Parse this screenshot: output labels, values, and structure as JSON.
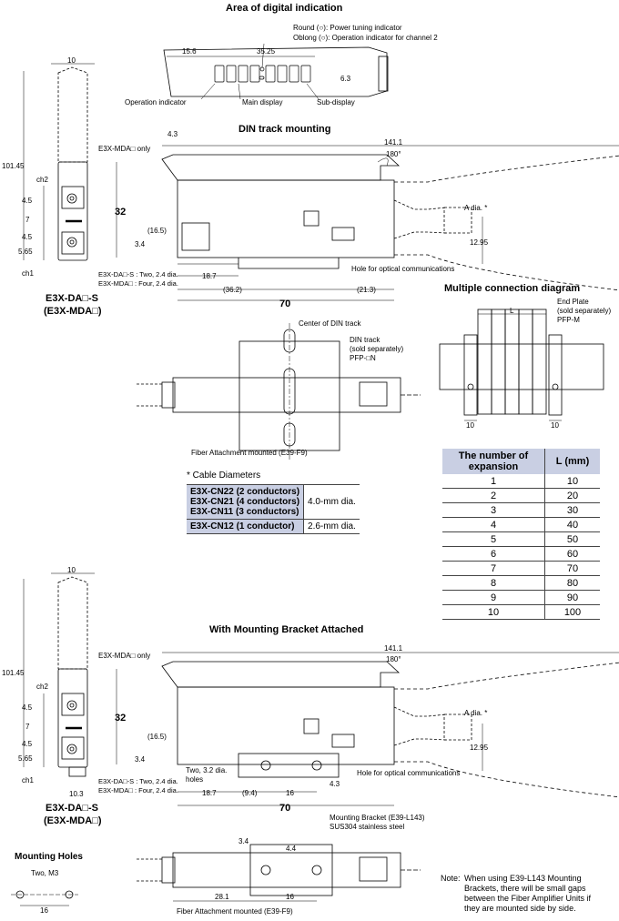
{
  "top": {
    "title": "Area of digital indication",
    "dim_15_6": "15.6",
    "dim_35_25": "35.25",
    "dim_6_3": "6.3",
    "round_note": "Round (○): Power tuning indicator",
    "oblong_note": "Oblong (○): Operation indicator for channel 2",
    "operation_indicator": "Operation indicator",
    "main_display": "Main display",
    "sub_display": "Sub-display"
  },
  "din": {
    "title": "DIN track mounting",
    "dim_4_3": "4.3",
    "dim_141_1": "141.1",
    "angle_180": "180°",
    "dim_32": "32",
    "dim_16_5": "(16.5)",
    "dim_3_4": "3.4",
    "dim_18_7": "18.7",
    "dim_36_2": "(36.2)",
    "dim_70": "70",
    "dim_21_3": "(21.3)",
    "a_dia": "A dia. *",
    "dim_12_95": "12.95",
    "hole_optical": "Hole for optical communications"
  },
  "side": {
    "dim_10": "10",
    "dim_101_45": "101.45",
    "mda_only": "E3X-MDA□ only",
    "ch2": "ch2",
    "ch1": "ch1",
    "dim_4_5": "4.5",
    "dim_7": "7",
    "dim_5_65": "5.65",
    "note_s": "E3X-DA□-S : Two, 2.4 dia.",
    "note_mda": "E3X-MDA□ : Four, 2.4 dia.",
    "model_1": "E3X-DA□-S",
    "model_2": "(E3X-MDA□)"
  },
  "mid": {
    "center_din": "Center of DIN track",
    "din_track": "DIN track",
    "sold_sep": "(sold separately)",
    "pfp_n": "PFP-□N",
    "fiber_e39f9": "Fiber Attachment mounted (E39-F9)"
  },
  "multi": {
    "title": "Multiple connection diagram",
    "L": "L",
    "end_plate": "End Plate",
    "sold_sep": "(sold separately)",
    "pfp_m": "PFP-M",
    "dim_10": "10"
  },
  "expansion_table": {
    "header": [
      "The number of expansion",
      "L (mm)"
    ],
    "rows": [
      [
        "1",
        "10"
      ],
      [
        "2",
        "20"
      ],
      [
        "3",
        "30"
      ],
      [
        "4",
        "40"
      ],
      [
        "5",
        "50"
      ],
      [
        "6",
        "60"
      ],
      [
        "7",
        "70"
      ],
      [
        "8",
        "80"
      ],
      [
        "9",
        "90"
      ],
      [
        "10",
        "100"
      ]
    ]
  },
  "cable": {
    "title": "* Cable Diameters",
    "rows": [
      {
        "models": [
          "E3X-CN22 (2 conductors)",
          "E3X-CN21 (4 conductors)",
          "E3X-CN11 (3 conductors)"
        ],
        "dia": "4.0-mm dia."
      },
      {
        "models": [
          "E3X-CN12 (1 conductor)"
        ],
        "dia": "2.6-mm dia."
      }
    ]
  },
  "bracket": {
    "title": "With Mounting Bracket Attached",
    "dim_141_1": "141.1",
    "angle_180": "180°",
    "dim_32": "32",
    "dim_16_5": "(16.5)",
    "dim_3_4": "3.4",
    "holes": "Two, 3.2 dia.",
    "holes2": "holes",
    "dim_18_7": "18.7",
    "dim_9_4": "(9.4)",
    "dim_16": "16",
    "dim_4_3": "4.3",
    "dim_70": "70",
    "a_dia": "A dia. *",
    "dim_12_95": "12.95",
    "hole_optical": "Hole for optical communications",
    "bracket_name": "Mounting Bracket (E39-L143)",
    "material": "SUS304 stainless steel",
    "dim_10_3": "10.3"
  },
  "bottom": {
    "mounting_holes": "Mounting Holes",
    "two_m3": "Two, M3",
    "dim_16": "16",
    "dim_3_4": "3.4",
    "dim_4_4": "4.4",
    "dim_28_1": "28.1",
    "fiber_e39f9": "Fiber Attachment mounted (E39-F9)",
    "note_label": "Note:",
    "note_lines": [
      "When using E39-L143 Mounting",
      "Brackets, there will be small gaps",
      "between the Fiber Amplifier Units if",
      "they are mounted side by side."
    ]
  }
}
